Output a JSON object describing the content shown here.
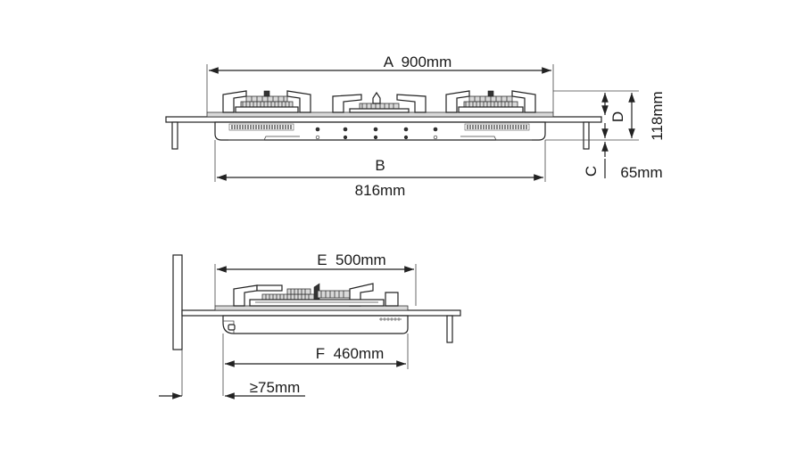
{
  "front_view": {
    "width_label": "A  900mm",
    "cutout_letter": "B",
    "cutout_value": "816mm",
    "height_letter": "D",
    "height_value": "118mm",
    "depth_letter": "C",
    "depth_value": "65mm"
  },
  "side_view": {
    "depth_label": "E  500mm",
    "cutout_depth_label": "F  460mm",
    "wall_gap_label": "≥75mm"
  },
  "colors": {
    "line": "#222222",
    "background": "#ffffff"
  }
}
